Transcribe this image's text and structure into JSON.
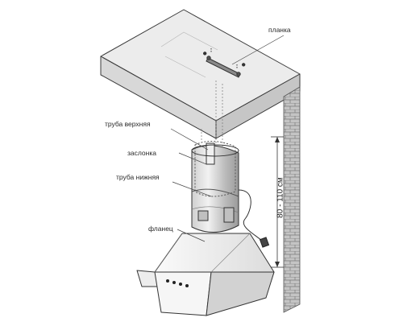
{
  "labels": {
    "planka": "планка",
    "truba_verkhnyaya": "труба верхняя",
    "zaslonka": "заслонка",
    "truba_nizhnyaya": "труба нижняя",
    "flanets": "фланец"
  },
  "dimension": "80 - 110 см",
  "colors": {
    "line": "#3a3a3a",
    "ceiling_front": "#d6d6d6",
    "ceiling_top": "#ececec",
    "pipe_fill": "#cfcfcf",
    "brick": "#b5b5b5",
    "hood": "#f4f4f4"
  }
}
